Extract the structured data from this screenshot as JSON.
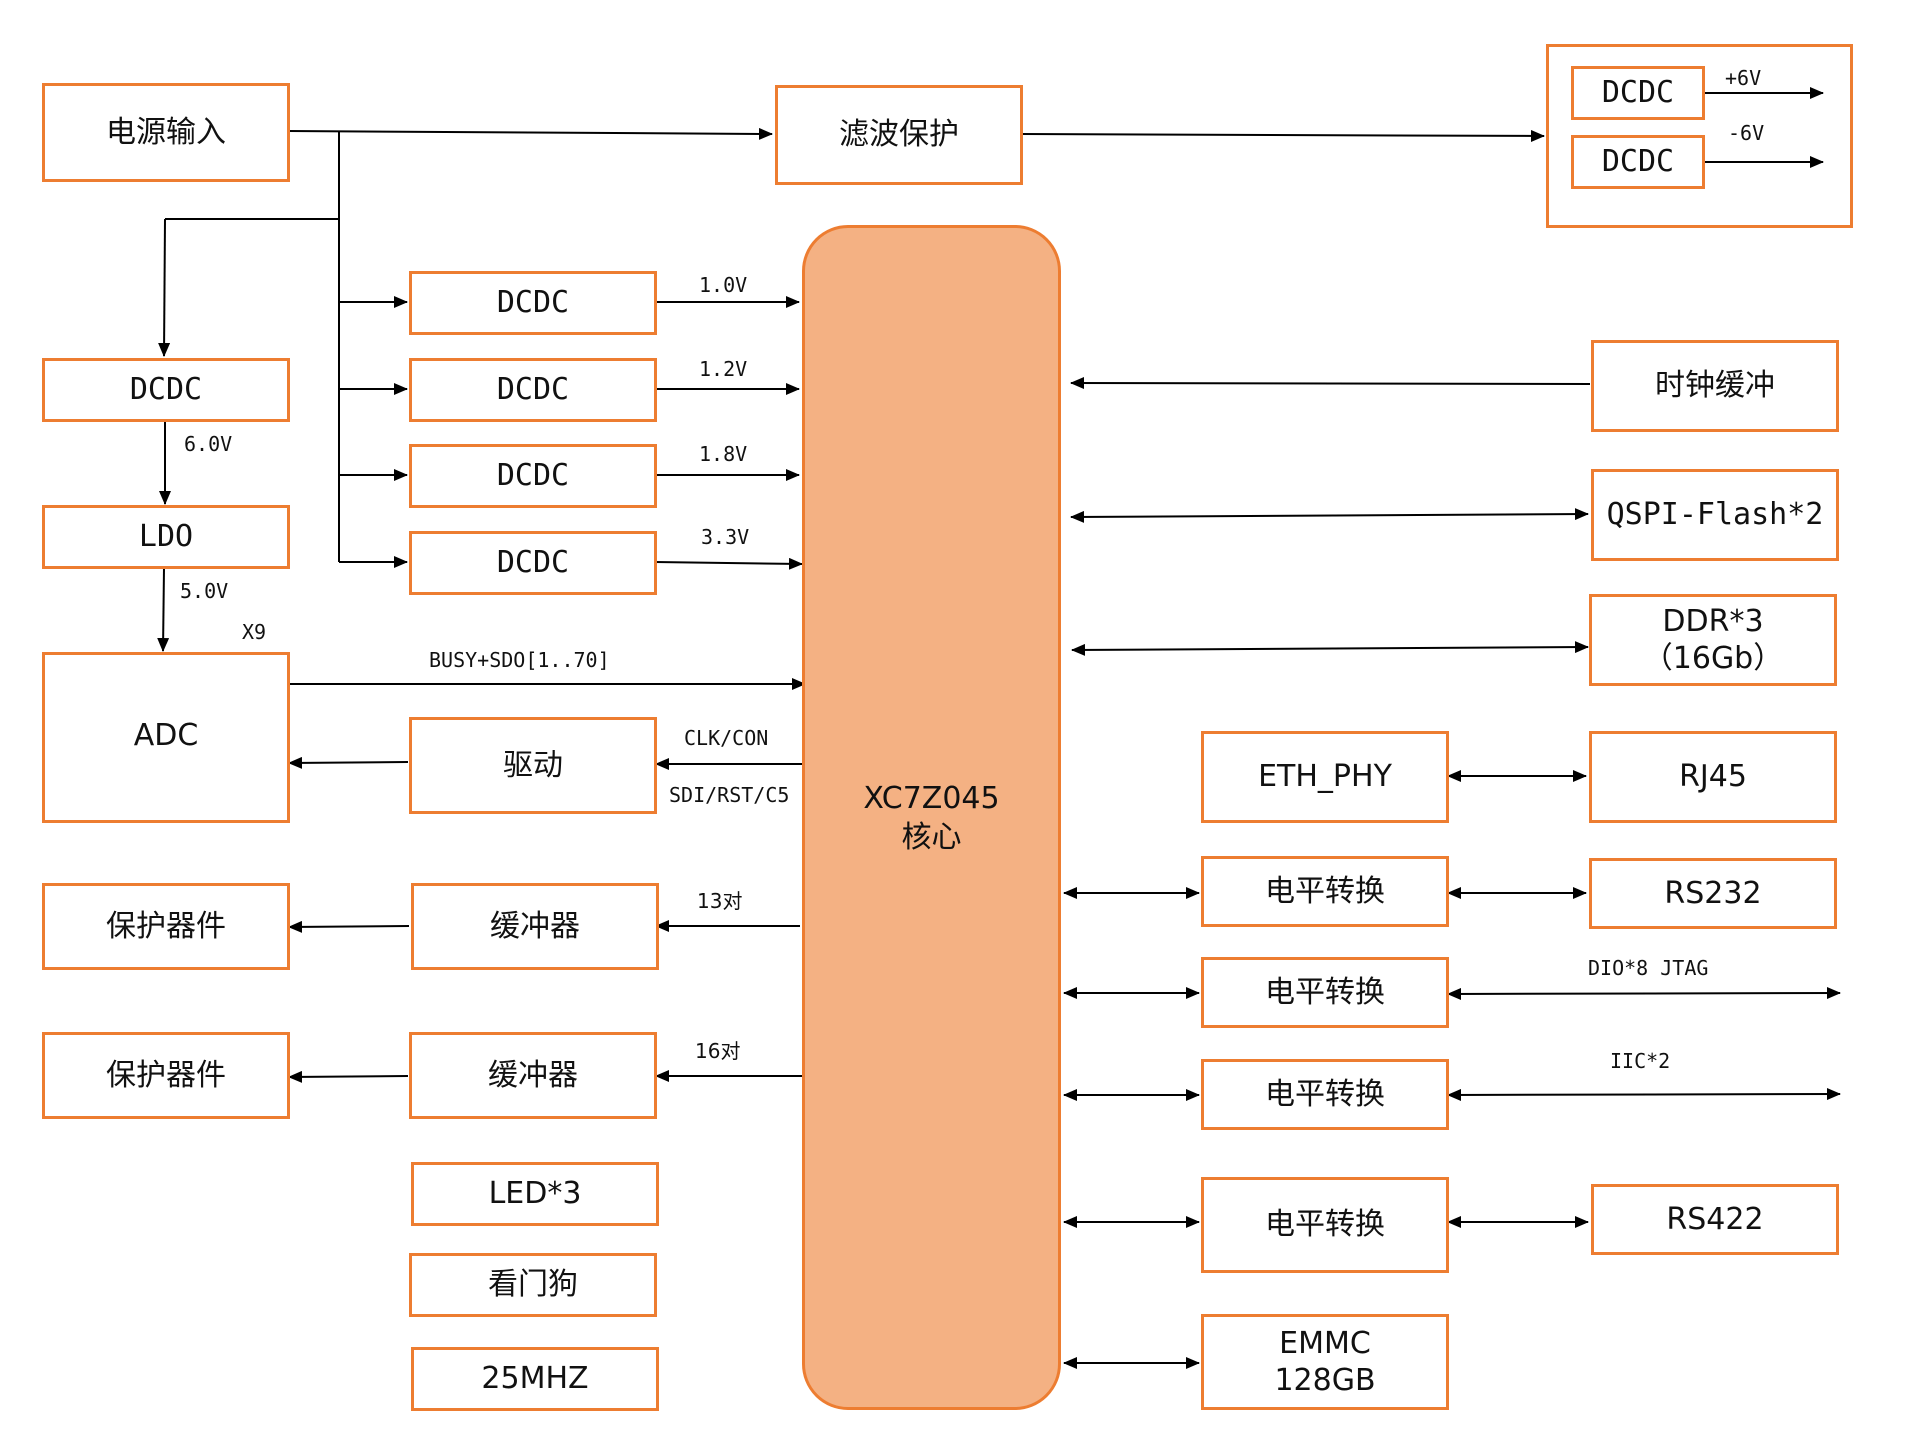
{
  "blocks": {
    "power_input": "电源输入",
    "filter": "滤波保护",
    "dcdc_pos": "DCDC",
    "dcdc_neg": "DCDC",
    "dcdc_left": "DCDC",
    "ldo": "LDO",
    "adc": "ADC",
    "dcdc_1v0": "DCDC",
    "dcdc_1v2": "DCDC",
    "dcdc_1v8": "DCDC",
    "dcdc_3v3": "DCDC",
    "driver": "驱动",
    "buffer_13": "缓冲器",
    "buffer_16": "缓冲器",
    "protect_1": "保护器件",
    "protect_2": "保护器件",
    "led": "LED*3",
    "watchdog": "看门狗",
    "osc": "25MHZ",
    "core_line1": "XC7Z045",
    "core_line2": "核心",
    "clock_buffer": "时钟缓冲",
    "qspi": "QSPI-Flash*2",
    "ddr_line1": "DDR*3",
    "ddr_line2": "（16Gb）",
    "eth_phy": "ETH_PHY",
    "rj45": "RJ45",
    "level_1": "电平转换",
    "level_2": "电平转换",
    "level_3": "电平转换",
    "level_4": "电平转换",
    "rs232": "RS232",
    "rs422": "RS422",
    "emmc_line1": "EMMC",
    "emmc_line2": "128GB"
  },
  "labels": {
    "pos6v": "+6V",
    "neg6v": "-6V",
    "v1_0": "1.0V",
    "v1_2": "1.2V",
    "v1_8": "1.8V",
    "v3_3": "3.3V",
    "v6_0": "6.0V",
    "v5_0": "5.0V",
    "x9": "X9",
    "busy": "BUSY+SDO[1..70]",
    "clk": "CLK/CON",
    "sdi": "SDI/RST/C5",
    "pairs13": "13对",
    "pairs16": "16对",
    "dio": "DIO*8 JTAG",
    "iic": "IIC*2"
  },
  "colors": {
    "box_border": "#ED7D31",
    "core_fill": "#F4B183",
    "wire": "#000000"
  }
}
